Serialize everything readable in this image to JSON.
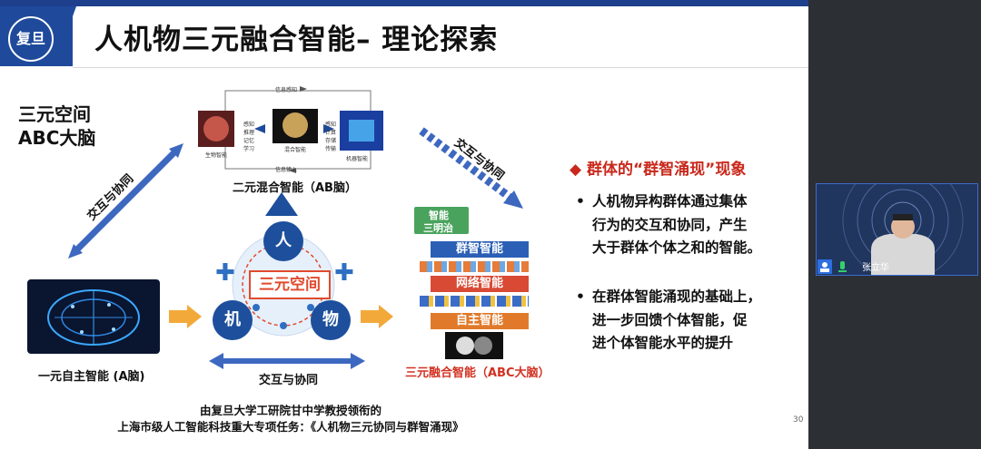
{
  "slide": {
    "title": "人机物三元融合智能– 理论探索",
    "logo_text": "复旦",
    "top_left_label_1": "三元空间",
    "top_left_label_2": "ABC大脑",
    "diagonal_left": "交互与协同",
    "diagonal_right": "交互与协同",
    "bottom_horizontal": "交互与协同",
    "ab_brain_caption": "二元混合智能（AB脑）",
    "a_brain_caption": "一元自主智能 (A脑)",
    "abc_brain_caption": "三元融合智能（ABC大脑）",
    "circle_person": "人",
    "circle_machine": "机",
    "circle_thing": "物",
    "tri_center": "三元空间",
    "sandwich_title_1": "智能",
    "sandwich_title_2": "三明治",
    "layer_group": "群智智能",
    "layer_network": "网络智能",
    "layer_autonomous": "自主智能",
    "ab_top_box": "信息感知",
    "ab_bottom_box": "信息输入",
    "ab_left_caption": "生物智能",
    "ab_mid_caption": "混合智能",
    "ab_right_caption": "机器智能",
    "ab_list_left": [
      "感知",
      "推理",
      "记忆",
      "学习"
    ],
    "ab_list_right": [
      "感知",
      "计算",
      "存储",
      "传输"
    ],
    "bullet_heading": "◆ 群体的“群智涌现”现象",
    "bullets": [
      [
        "人机物异构群体通过集体",
        "行为的交互和协同，产生",
        "大于群体个体之和的智能。"
      ],
      [
        "在群体智能涌现的基础上，",
        "进一步回馈个体智能，促",
        "进个体智能水平的提升"
      ]
    ],
    "footer_1": "由复旦大学工研院甘中学教授领衔的",
    "footer_2": "上海市级人工智能科技重大专项任务：《人机物三元协同与群智涌现》",
    "page_number": "30"
  },
  "video": {
    "participant_name": "张立华"
  },
  "colors": {
    "brand_blue": "#1f4a9b",
    "accent_red": "#c9291c",
    "layer_blue": "#2a5fb5",
    "layer_red": "#d84a34",
    "layer_orange": "#e07a2a"
  }
}
